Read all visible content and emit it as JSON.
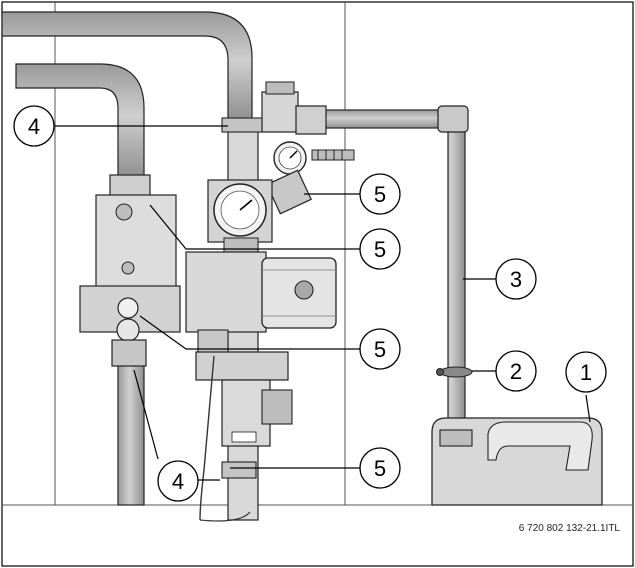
{
  "figure": {
    "callouts": [
      {
        "id": "c4a",
        "label": "4"
      },
      {
        "id": "c5a",
        "label": "5"
      },
      {
        "id": "c5b",
        "label": "5"
      },
      {
        "id": "c5c",
        "label": "5"
      },
      {
        "id": "c5d",
        "label": "5"
      },
      {
        "id": "c4b",
        "label": "4"
      },
      {
        "id": "c3",
        "label": "3"
      },
      {
        "id": "c2",
        "label": "2"
      },
      {
        "id": "c1",
        "label": "1"
      }
    ],
    "doc_code": "6 720 802 132-21.1ITL",
    "caption": ""
  },
  "colors": {
    "pipe": "#a9a9a9",
    "pipe_outline": "#222222",
    "component": "#dcdcdc",
    "line": "#000000",
    "background": "#ffffff"
  }
}
